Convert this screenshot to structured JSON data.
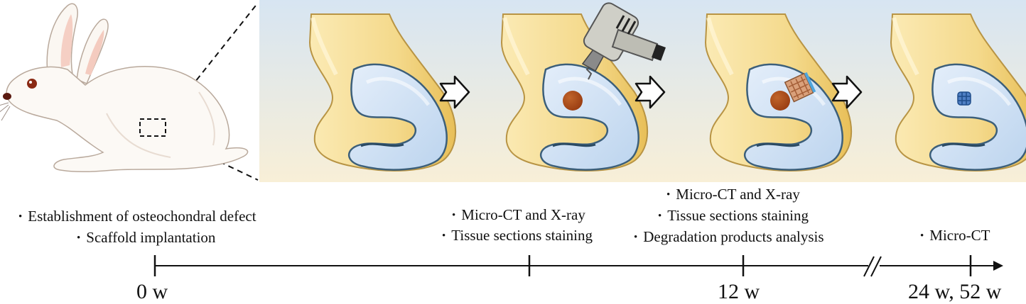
{
  "colors": {
    "panel_top": "#d7e5f2",
    "panel_bottom": "#f8efd7",
    "bone_yellow": "#f4d98b",
    "cartilage_blue": "#bcd4ee",
    "defect_brown": "#9a3d12",
    "scaffold_blue": "#2f6fb4"
  },
  "icons": [
    "rabbit-illustration",
    "femur-condyle-icon",
    "drill-icon",
    "scaffold-icon",
    "hollow-arrow-icon"
  ],
  "timeline": {
    "ticks": [
      {
        "label": "0 w",
        "notes": [
          "Establishment of osteochondral defect",
          "Scaffold implantation"
        ]
      },
      {
        "label": "",
        "notes": [
          "Micro-CT and X-ray",
          "Tissue sections staining"
        ]
      },
      {
        "label": "12 w",
        "notes": [
          "Micro-CT and X-ray",
          "Tissue sections staining",
          "Degradation products analysis"
        ]
      },
      {
        "label": "24 w, 52 w",
        "notes": [
          "Micro-CT"
        ]
      }
    ]
  }
}
